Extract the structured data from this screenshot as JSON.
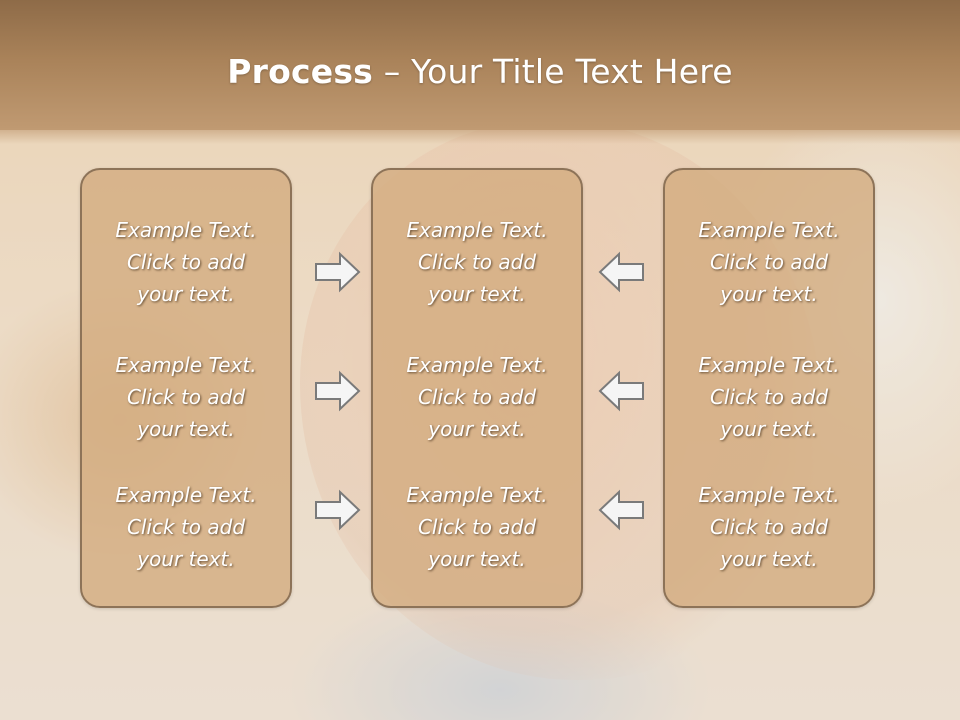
{
  "slide": {
    "title_bold": "Process",
    "title_rest": " – Your Title Text Here"
  },
  "columns": [
    {
      "items": [
        {
          "line1": "Example Text.",
          "line2": "Click  to add",
          "line3": "your text."
        },
        {
          "line1": "Example Text.",
          "line2": "Click  to add",
          "line3": "your text."
        },
        {
          "line1": "Example Text.",
          "line2": "Click  to add",
          "line3": "your text."
        }
      ]
    },
    {
      "items": [
        {
          "line1": "Example Text.",
          "line2": "Click  to add",
          "line3": "your text."
        },
        {
          "line1": "Example Text.",
          "line2": "Click  to add",
          "line3": "your text."
        },
        {
          "line1": "Example Text.",
          "line2": "Click  to add",
          "line3": "your text."
        }
      ]
    },
    {
      "items": [
        {
          "line1": "Example Text.",
          "line2": "Click  to add",
          "line3": "your text."
        },
        {
          "line1": "Example Text.",
          "line2": "Click  to add",
          "line3": "your text."
        },
        {
          "line1": "Example Text.",
          "line2": "Click  to add",
          "line3": "your text."
        }
      ]
    }
  ],
  "arrows": {
    "left_group": "arrow-right-icon",
    "right_group": "arrow-left-icon"
  },
  "colors": {
    "header": "#a98259",
    "box_fill": "#d2aa7d",
    "box_border": "#8d7358",
    "text": "#ffffff"
  }
}
